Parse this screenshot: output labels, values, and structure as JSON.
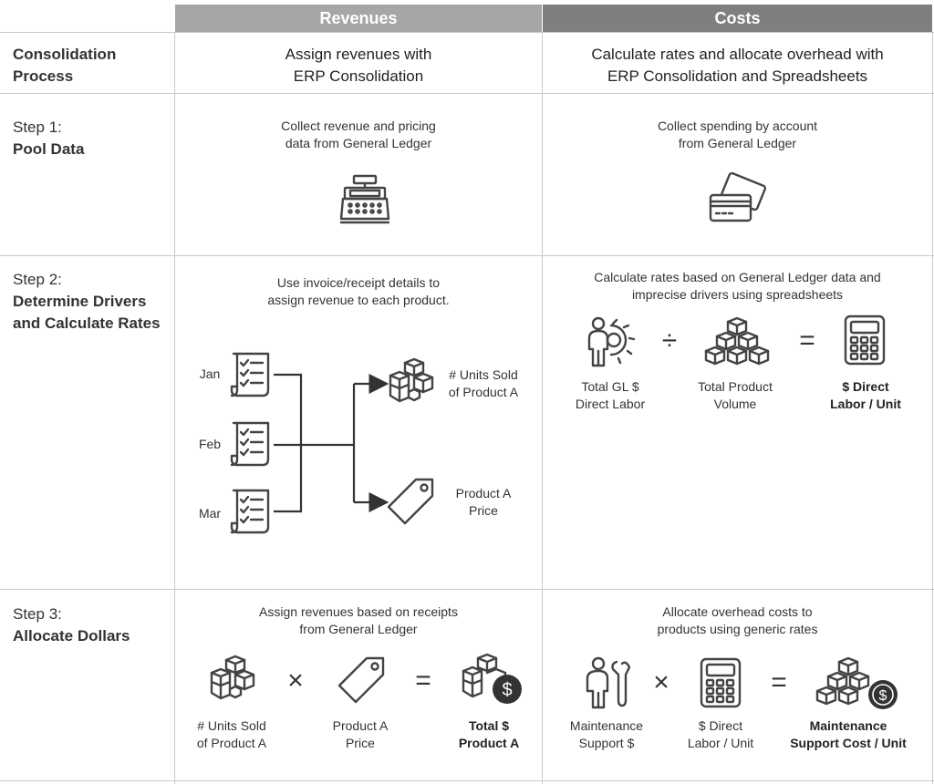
{
  "header": {
    "revenues": "Revenues",
    "costs": "Costs",
    "revenues_color": "#a6a6a6",
    "costs_color": "#7f7f7f"
  },
  "rows": {
    "consolidation": {
      "label_plain": "",
      "label_bold": "Consolidation\nProcess",
      "revenues_text": "Assign revenues with\nERP Consolidation",
      "costs_text": "Calculate rates and allocate overhead with\nERP Consolidation and Spreadsheets"
    },
    "step1": {
      "label_plain": "Step 1:",
      "label_bold": "Pool Data",
      "revenues_text": "Collect revenue and pricing\ndata from General Ledger",
      "revenues_icon": "cash-register-icon",
      "costs_text": "Collect spending by account\nfrom General Ledger",
      "costs_icon": "credit-cards-icon"
    },
    "step2": {
      "label_plain": "Step 2:",
      "label_bold": "Determine Drivers\nand Calculate Rates",
      "revenues_text": "Use invoice/receipt details to\nassign revenue to each product.",
      "months": [
        "Jan",
        "Feb",
        "Mar"
      ],
      "units_sold": "# Units Sold\nof Product A",
      "price": "Product A\nPrice",
      "costs_text": "Calculate rates based on General Ledger data and\nimprecise drivers using spreadsheets",
      "costs_op1": "÷",
      "costs_op2": "=",
      "costs_item1": "Total GL $\nDirect Labor",
      "costs_item2": "Total Product\nVolume",
      "costs_result": "$ Direct\nLabor / Unit"
    },
    "step3": {
      "label_plain": "Step 3:",
      "label_bold": "Allocate Dollars",
      "revenues_text": "Assign revenues based on receipts\nfrom General Ledger",
      "rev_op1": "×",
      "rev_op2": "=",
      "rev_item1": "# Units Sold\nof Product A",
      "rev_item2": "Product A\nPrice",
      "rev_result": "Total $\nProduct A",
      "costs_text": "Allocate overhead costs to\nproducts using generic rates",
      "costs_op1": "×",
      "costs_op2": "=",
      "costs_item1": "Maintenance\nSupport $",
      "costs_item2": "$ Direct\nLabor / Unit",
      "costs_result": "Maintenance\nSupport Cost / Unit"
    }
  }
}
